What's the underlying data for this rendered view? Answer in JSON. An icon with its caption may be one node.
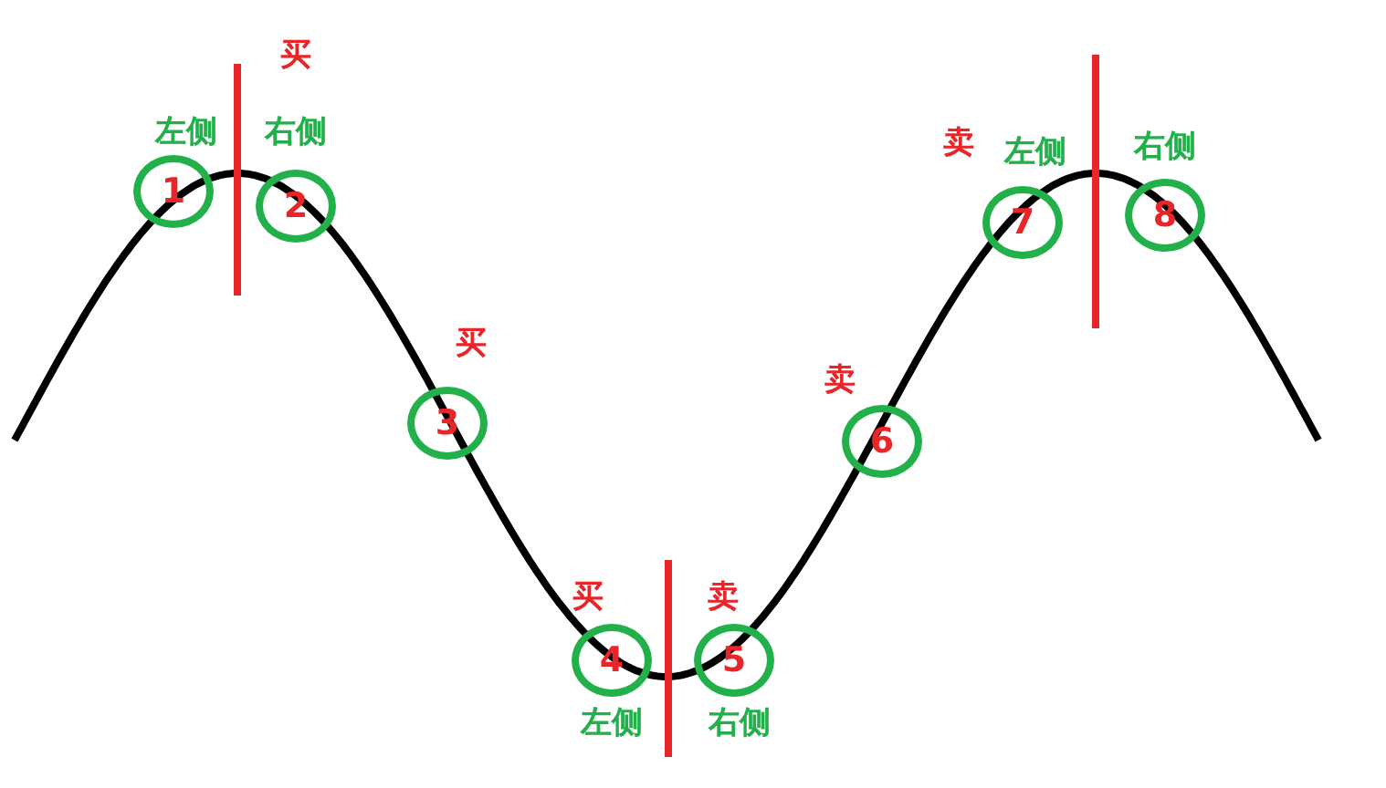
{
  "diagram": {
    "nodes": [
      {
        "text": [
          "1"
        ]
      },
      {
        "text": [
          "2"
        ]
      },
      {
        "text": [
          "3"
        ]
      },
      {
        "text": [
          "4"
        ]
      },
      {
        "text": [
          "5"
        ]
      },
      {
        "text": [
          "6"
        ]
      },
      {
        "text": [
          "7"
        ]
      },
      {
        "text": [
          "8"
        ]
      }
    ],
    "labels": [
      "买",
      "左侧",
      "右侧",
      "卖",
      "左侧",
      "右侧",
      "买",
      "卖",
      "买",
      "卖",
      "左侧",
      "右侧"
    ]
  }
}
